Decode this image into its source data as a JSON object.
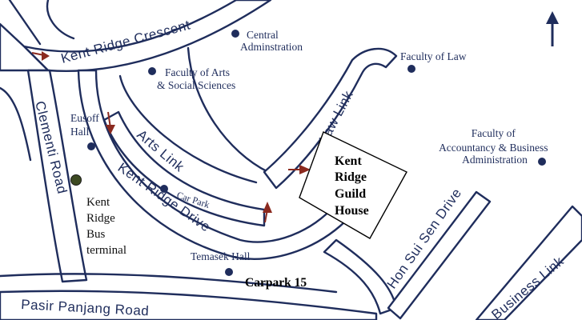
{
  "roads": {
    "kent_ridge_crescent": "Kent Ridge Crescent",
    "clementi_road": "Clementi Road",
    "arts_link": "Arts Link",
    "kent_ridge_drive": "Kent Ridge Drive",
    "law_link": "Law Link",
    "hon_sui_sen_drive": "Hon Sui Sen Drive",
    "pasir_panjang_road": "Pasir Panjang Road",
    "business_link": "Business Link"
  },
  "places": {
    "central_admin": [
      "Central",
      "Adminstration"
    ],
    "faculty_arts": [
      "Faculty of Arts",
      "& Social Sciences"
    ],
    "faculty_law": "Faculty of Law",
    "faculty_accountancy": [
      "Faculty of",
      "Accountancy & Business",
      "Administration"
    ],
    "eusoff_hall": [
      "Eusoff",
      "Hall"
    ],
    "car_park": "Car Park",
    "temasek_hall": "Temasek Hall",
    "carpark_15": "Carpark 15",
    "bus_terminal": [
      "Kent",
      "Ridge",
      "Bus",
      "terminal"
    ],
    "guild_house": [
      "Kent",
      "Ridge",
      "Guild",
      "House"
    ]
  },
  "colors": {
    "road_ink": "#1f2d5c",
    "arrow": "#8b2a1f",
    "bus_terminal_marker": "#3d4a22"
  },
  "icons": {
    "north": "north-arrow-icon"
  }
}
